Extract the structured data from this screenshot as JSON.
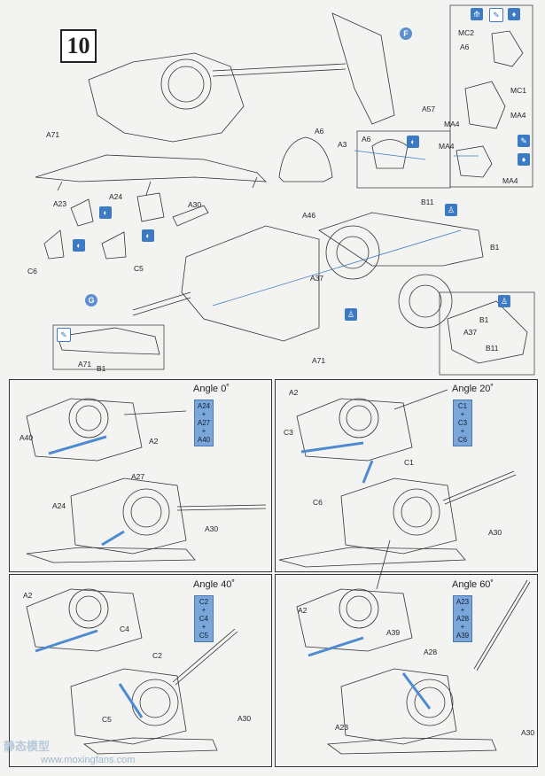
{
  "step_number": "10",
  "callout_f": "F",
  "callout_g": "G",
  "top_labels": {
    "a71": "A71",
    "a57": "A57",
    "a6": "A6",
    "a3": "A3",
    "a46": "A46",
    "a6_inset": "A6",
    "a23": "A23",
    "a24": "A24",
    "a30": "A30",
    "c6": "C6",
    "c5": "C5",
    "b11": "B11",
    "b1": "B1",
    "a37": "A37",
    "a71_b": "A71",
    "a71_c": "A71",
    "b1_c": "B1",
    "b1_inset": "B1",
    "a37_inset": "A37",
    "b11_inset": "B11"
  },
  "sequence_labels": {
    "mc2": "MC2",
    "a6": "A6",
    "mc1": "MC1",
    "ma4_a": "MA4",
    "ma4_b": "MA4",
    "ma4_c": "MA4",
    "ma4_d": "MA4"
  },
  "panels": [
    {
      "angle": "Angle 0˚",
      "parts": [
        "A24",
        "+",
        "A27",
        "+",
        "A40"
      ],
      "labels": [
        "A40",
        "A2",
        "A27",
        "A24",
        "A30"
      ]
    },
    {
      "angle": "Angle 20˚",
      "parts": [
        "C1",
        "+",
        "C3",
        "+",
        "C6"
      ],
      "labels": [
        "A2",
        "C3",
        "C1",
        "C6",
        "A30"
      ]
    },
    {
      "angle": "Angle 40˚",
      "parts": [
        "C2",
        "+",
        "C4",
        "+",
        "C5"
      ],
      "labels": [
        "A2",
        "C4",
        "C2",
        "C5",
        "A30"
      ]
    },
    {
      "angle": "Angle 60˚",
      "parts": [
        "A23",
        "+",
        "A28",
        "+",
        "A39"
      ],
      "labels": [
        "A2",
        "A39",
        "A28",
        "A23",
        "A30"
      ]
    }
  ],
  "watermark": "静态模型",
  "watermark_url": "www.moxingfans.com"
}
